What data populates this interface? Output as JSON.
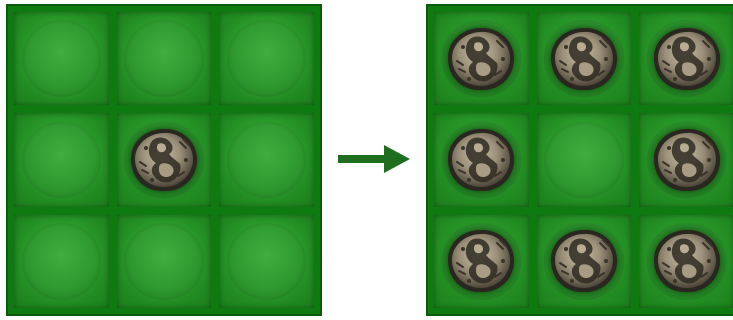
{
  "colors": {
    "board_frame": "#0a5c0a",
    "cell_green": "#2b9c2b",
    "arrow": "#1f6e1f",
    "coin_face": "#9a8f78",
    "coin_dark": "#2a2620"
  },
  "boards": [
    {
      "id": "before",
      "rows": 3,
      "cols": 3,
      "cells": [
        [
          false,
          false,
          false
        ],
        [
          false,
          true,
          false
        ],
        [
          false,
          false,
          false
        ]
      ]
    },
    {
      "id": "after",
      "rows": 3,
      "cols": 3,
      "cells": [
        [
          true,
          true,
          true
        ],
        [
          true,
          false,
          true
        ],
        [
          true,
          true,
          true
        ]
      ]
    }
  ],
  "transition_icon": "right-arrow-icon",
  "piece_icon": "coin-icon"
}
